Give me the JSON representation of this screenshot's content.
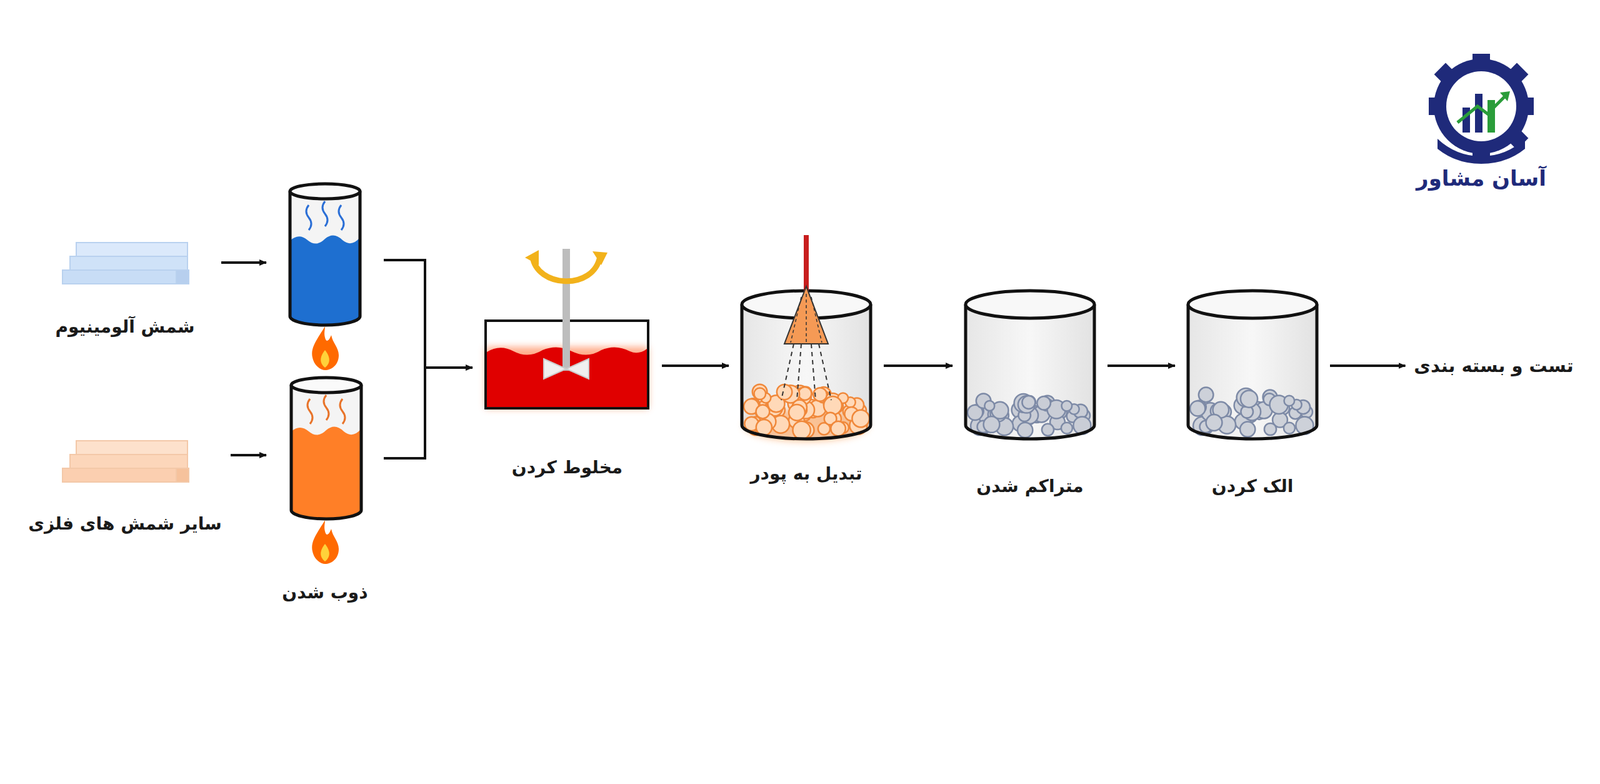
{
  "diagram": {
    "nodes": [
      {
        "text": [
          "شمش آلومینیوم"
        ]
      },
      {
        "text": [
          "سایر شمش های فلزی"
        ]
      },
      {
        "text": [
          "ذوب شدن"
        ]
      },
      {
        "text": [
          "مخلوط کردن"
        ]
      },
      {
        "text": [
          "تبدیل به پودر"
        ]
      },
      {
        "text": [
          "متراکم شدن"
        ]
      },
      {
        "text": [
          "الک کردن"
        ]
      },
      {
        "text": [
          "تست و بسته بندی"
        ]
      }
    ],
    "edges": [
      {
        "from": 0,
        "to": 2,
        "arrow": "to"
      },
      {
        "from": 1,
        "to": 2,
        "arrow": "to"
      },
      {
        "from": 2,
        "to": 3,
        "arrow": "to"
      },
      {
        "from": 3,
        "to": 4,
        "arrow": "to"
      },
      {
        "from": 4,
        "to": 5,
        "arrow": "to"
      },
      {
        "from": 5,
        "to": 6,
        "arrow": "to"
      },
      {
        "from": 6,
        "to": 7,
        "arrow": "to"
      }
    ],
    "labels": [
      "آسان مشاور"
    ]
  }
}
